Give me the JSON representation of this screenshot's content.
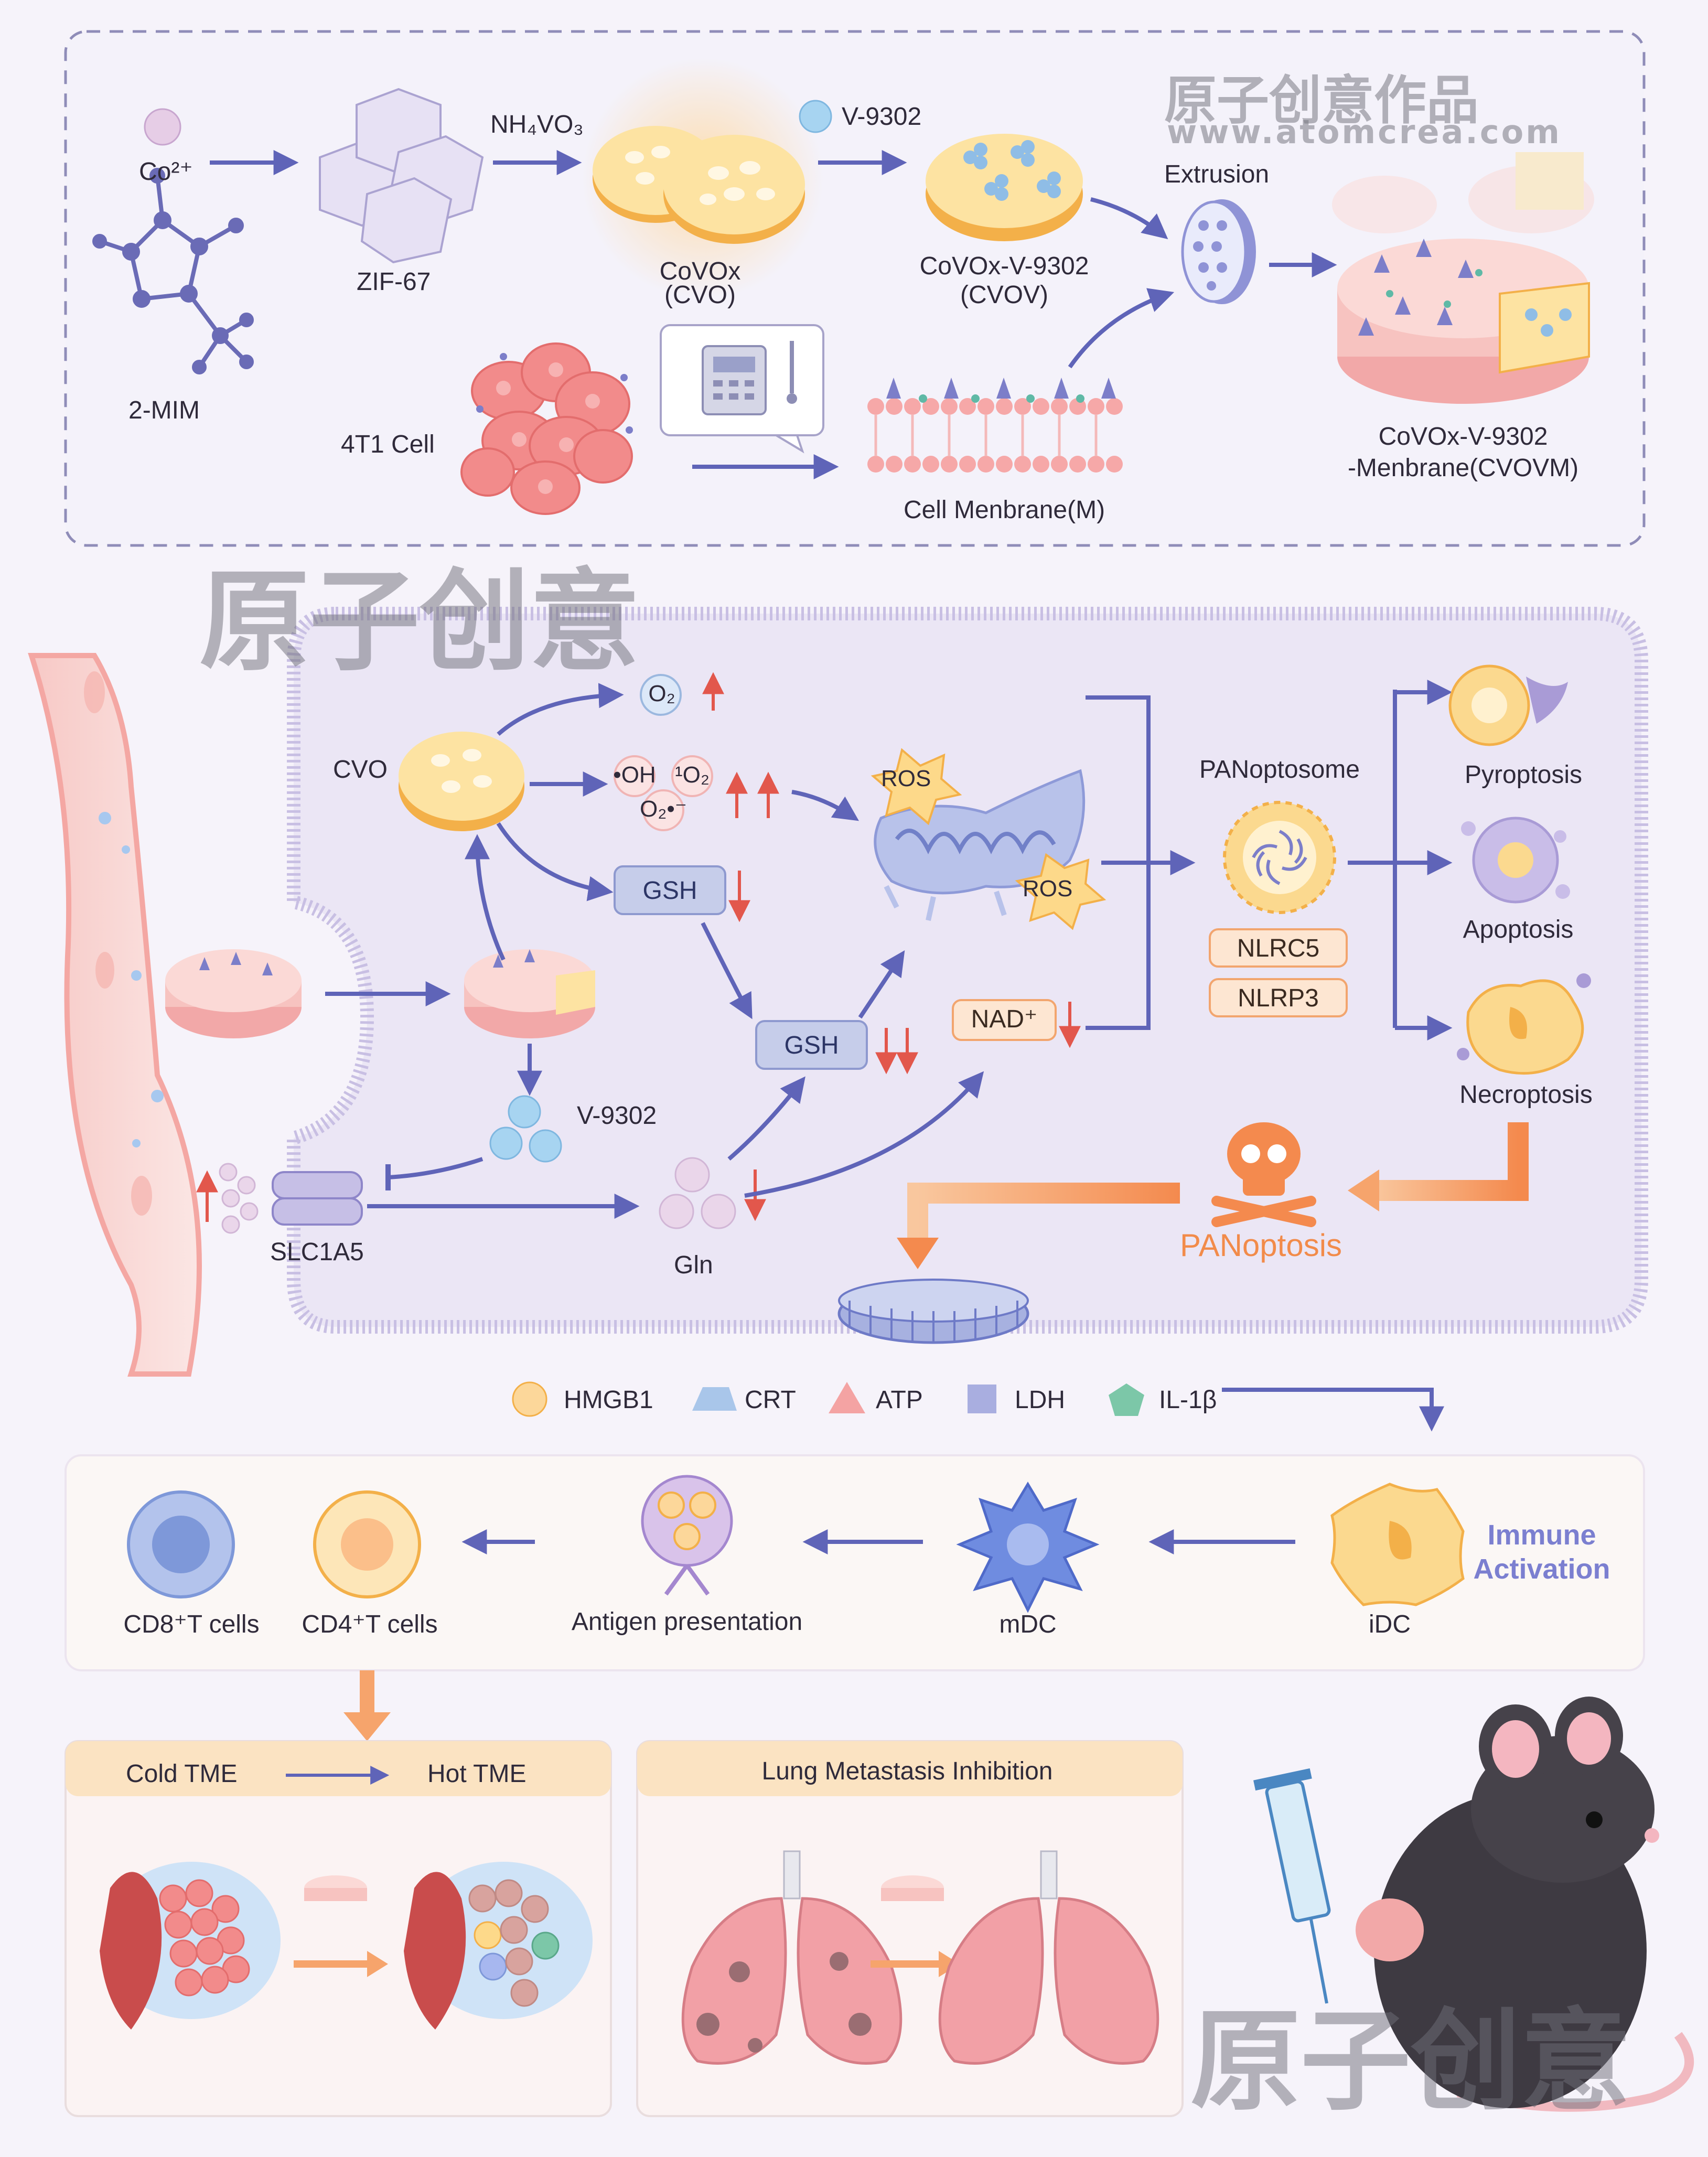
{
  "watermarks": {
    "top_right_cn": "原子创意作品",
    "top_right_url": "www.atomcrea.com",
    "left_cn": "原子创意",
    "bottom_right_cn": "原子创意"
  },
  "synthesis": {
    "co2": "Co²⁺",
    "mim": "2-MIM",
    "zif": "ZIF-67",
    "nh4vo3": "NH₄VO₃",
    "covox_line1": "CoVOx",
    "covox_line2": "(CVO)",
    "v9302": "V-9302",
    "cvov_line1": "CoVOx-V-9302",
    "cvov_line2": "(CVOV)",
    "extrusion": "Extrusion",
    "cell_4t1": "4T1 Cell",
    "membrane": "Cell Menbrane(M)",
    "cvovm_line1": "CoVOx-V-9302",
    "cvovm_line2": "-Menbrane(CVOVM)"
  },
  "mechanism": {
    "cvo": "CVO",
    "o2": "O₂",
    "oh": "•OH",
    "singlet_o2": "¹O₂",
    "superoxide": "O₂•⁻",
    "gsh1": "GSH",
    "gsh2": "GSH",
    "ros1": "ROS",
    "ros2": "ROS",
    "nad": "NAD⁺",
    "v9302": "V-9302",
    "slc1a5": "SLC1A5",
    "gln": "Gln",
    "panoptosome": "PANoptosome",
    "nlrc5": "NLRC5",
    "nlrp3": "NLRP3",
    "pyroptosis": "Pyroptosis",
    "apoptosis": "Apoptosis",
    "necroptosis": "Necroptosis",
    "panoptosis": "PANoptosis"
  },
  "legend": [
    {
      "label": "HMGB1",
      "shape": "circle",
      "color": "#fcd79a"
    },
    {
      "label": "CRT",
      "shape": "trapezoid",
      "color": "#a9c6ea"
    },
    {
      "label": "ATP",
      "shape": "triangle",
      "color": "#f4a3a3"
    },
    {
      "label": "LDH",
      "shape": "square",
      "color": "#a9aee0"
    },
    {
      "label": "IL-1β",
      "shape": "pentagon",
      "color": "#7cc7a8"
    }
  ],
  "immune": {
    "title_line1": "Immune",
    "title_line2": "Activation",
    "cd8": "CD8⁺T cells",
    "cd4": "CD4⁺T cells",
    "antigen": "Antigen presentation",
    "mdc": "mDC",
    "idc": "iDC"
  },
  "tme": {
    "cold": "Cold TME",
    "hot": "Hot TME"
  },
  "lung": {
    "title": "Lung Metastasis Inhibition"
  },
  "colors": {
    "arrow": "#5f64b8",
    "orange_arrow": "#f6a46c",
    "panel_border": "#b8b3d6",
    "cell_fill": "#ebe6f5"
  }
}
